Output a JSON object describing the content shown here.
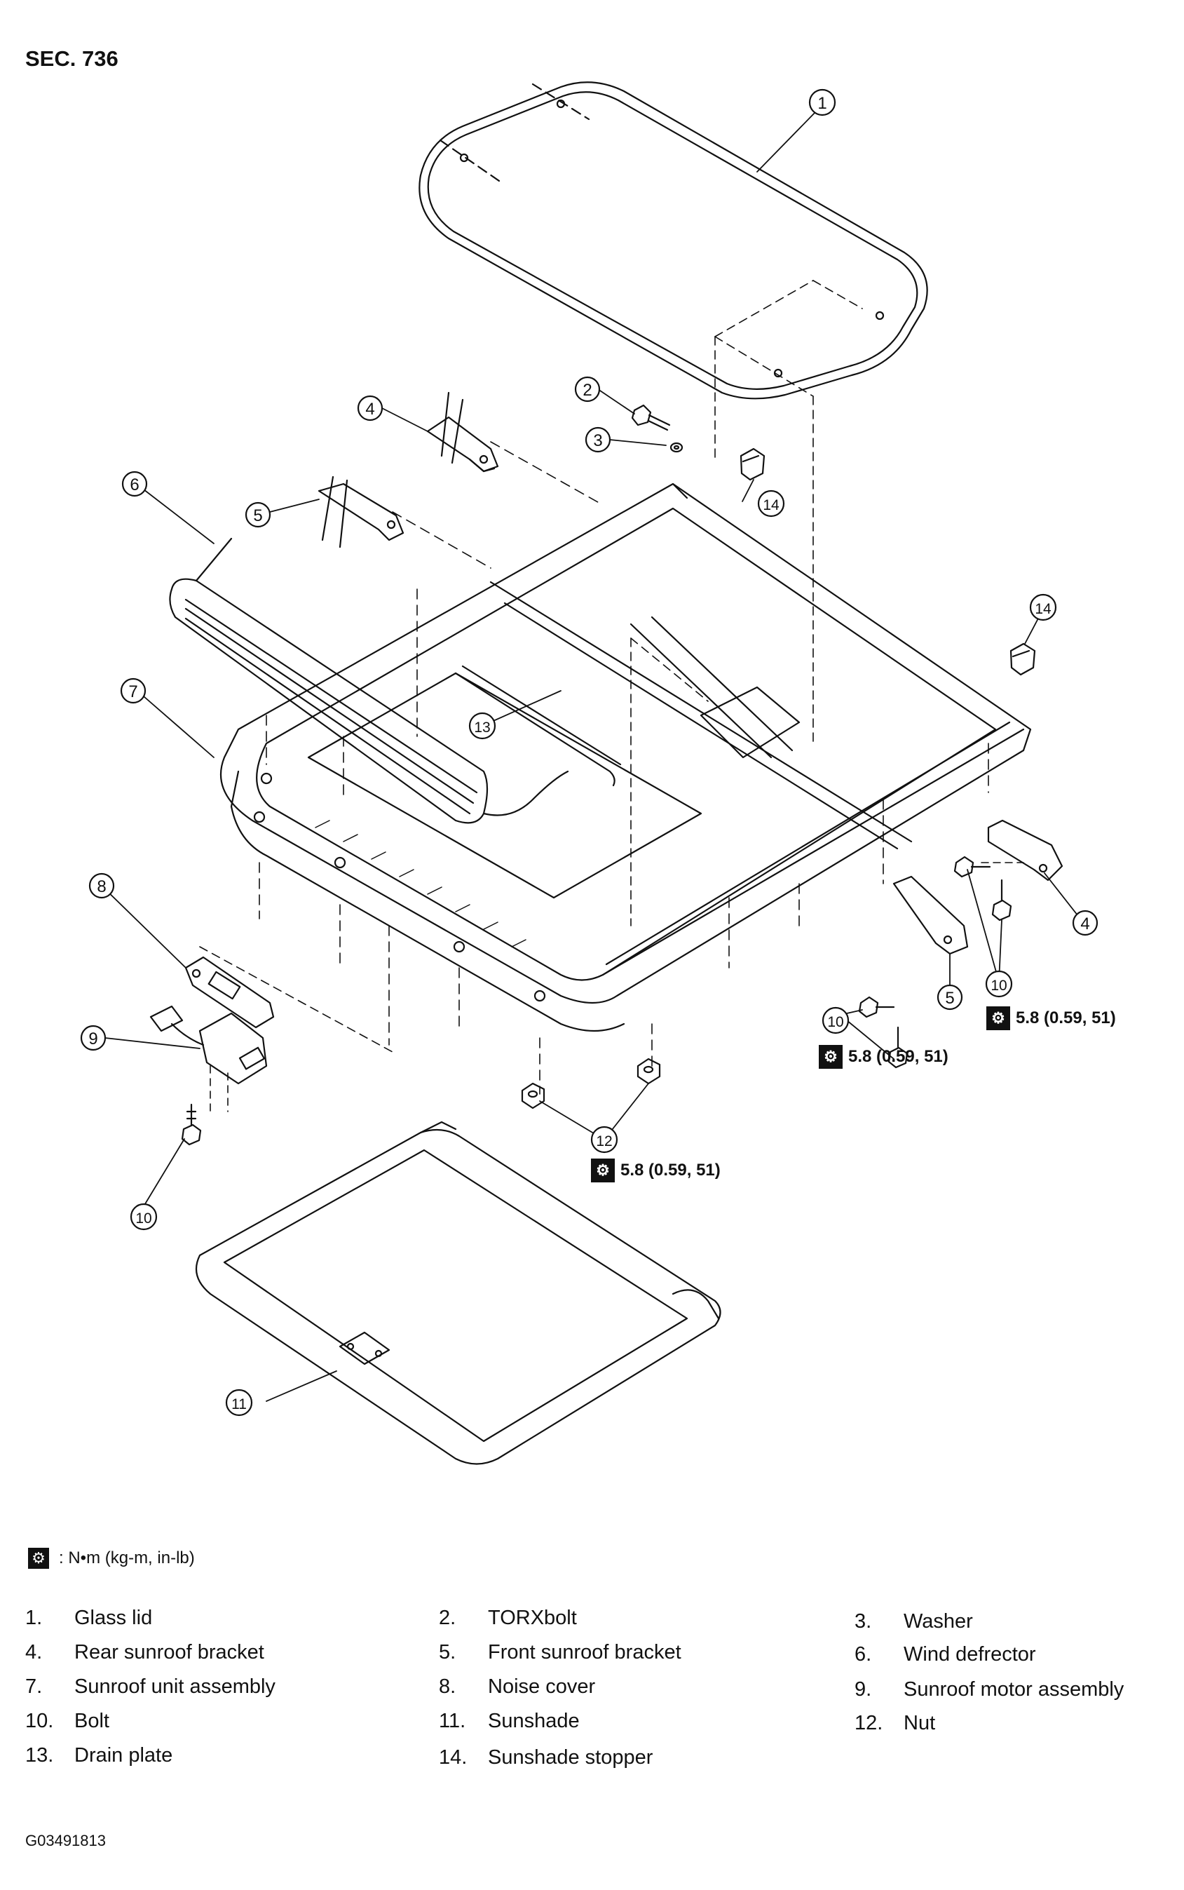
{
  "section": "SEC. 736",
  "torque_spec": "5.8 (0.59, 51)",
  "torque_icon": "torque-wrench-icon",
  "legend_units": ": N•m (kg-m, in-lb)",
  "figure_code": "G03491813",
  "callouts": {
    "c1": "1",
    "c2": "2",
    "c3": "3",
    "c4a": "4",
    "c4b": "4",
    "c5a": "5",
    "c5b": "5",
    "c6": "6",
    "c7": "7",
    "c8": "8",
    "c9": "9",
    "c10a": "10",
    "c10b": "10",
    "c10c": "10",
    "c11": "11",
    "c12": "12",
    "c13": "13",
    "c14a": "14",
    "c14b": "14"
  },
  "parts": [
    {
      "num": "1.",
      "name": "Glass lid"
    },
    {
      "num": "2.",
      "name": "TORXbolt"
    },
    {
      "num": "3.",
      "name": "Washer"
    },
    {
      "num": "4.",
      "name": "Rear sunroof bracket"
    },
    {
      "num": "5.",
      "name": "Front sunroof  bracket"
    },
    {
      "num": "6.",
      "name": "Wind defrector"
    },
    {
      "num": "7.",
      "name": "Sunroof unit assembly"
    },
    {
      "num": "8.",
      "name": "Noise cover"
    },
    {
      "num": "9.",
      "name": "Sunroof motor assembly"
    },
    {
      "num": "10.",
      "name": "Bolt"
    },
    {
      "num": "11.",
      "name": "Sunshade"
    },
    {
      "num": "12.",
      "name": "Nut"
    },
    {
      "num": "13.",
      "name": "Drain plate"
    },
    {
      "num": "14.",
      "name": "Sunshade stopper"
    }
  ]
}
